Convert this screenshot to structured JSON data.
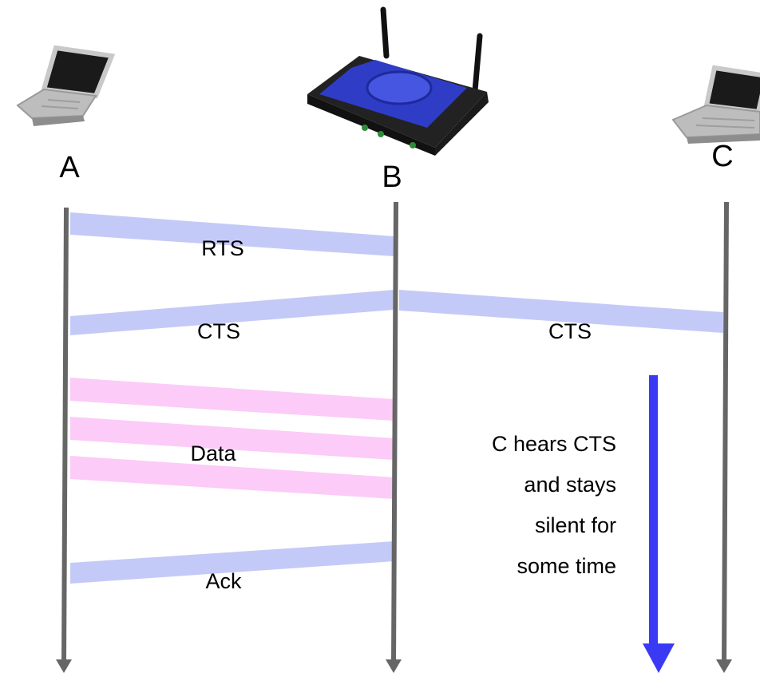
{
  "nodes": {
    "a": {
      "label": "A"
    },
    "b": {
      "label": "B"
    },
    "c": {
      "label": "C"
    }
  },
  "messages": {
    "rts": {
      "label": "RTS"
    },
    "cts_a": {
      "label": "CTS"
    },
    "cts_c": {
      "label": "CTS"
    },
    "data": {
      "label": "Data"
    },
    "ack": {
      "label": "Ack"
    }
  },
  "note": {
    "lines": [
      "C hears CTS",
      "and stays",
      "silent for",
      "some time"
    ]
  },
  "colors": {
    "control_frame": "#c4caf7",
    "data_frame": "#fccbf8",
    "timeline": "#666666",
    "silence_arrow": "#3a3af5"
  }
}
